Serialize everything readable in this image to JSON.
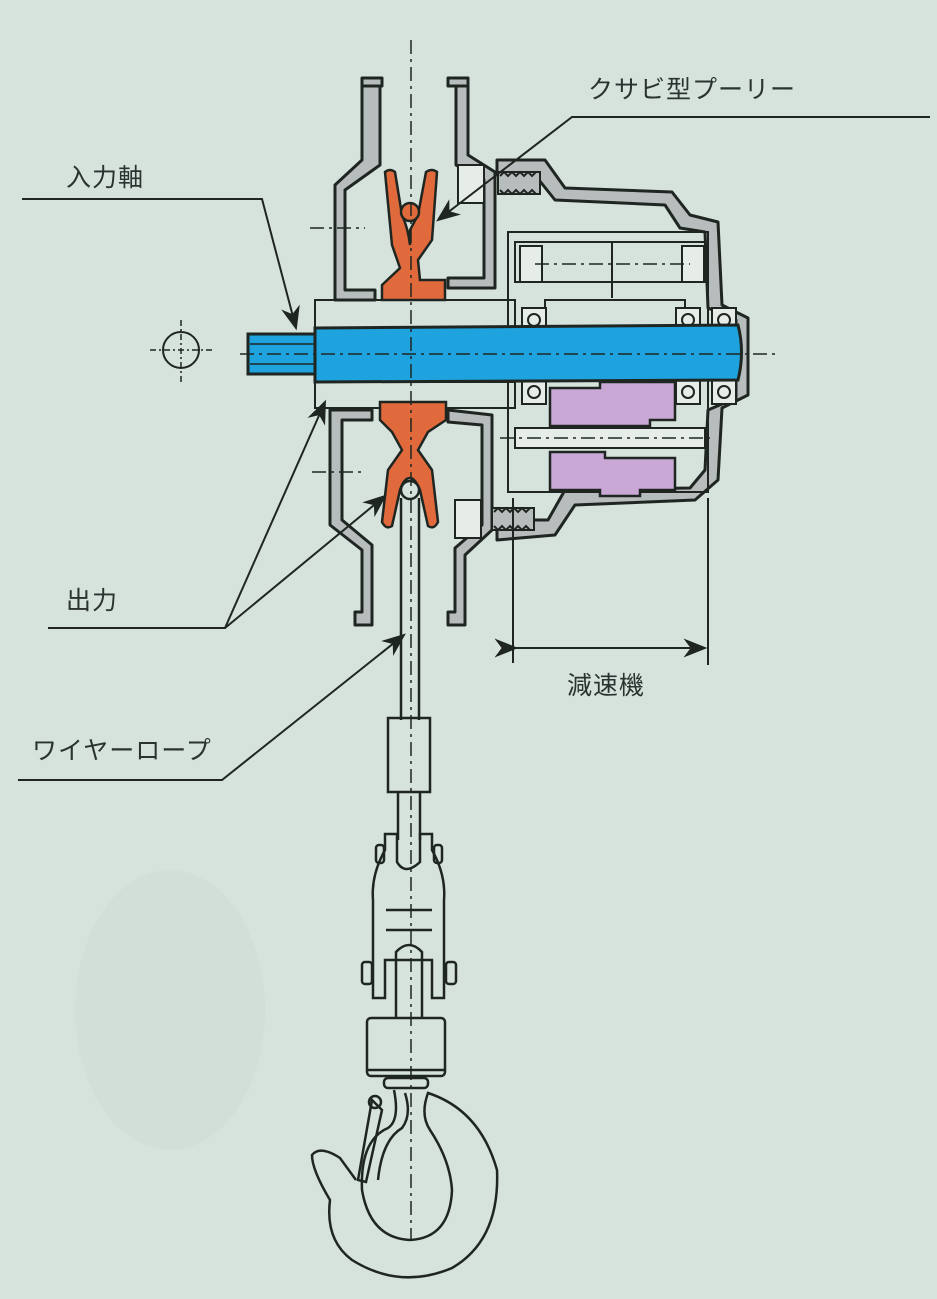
{
  "diagram": {
    "type": "cross-section mechanical drawing",
    "subject": "wire rope hoist with wedge-type pulley and reducer",
    "background_color": "#d6e2dc",
    "colors": {
      "input_shaft": "#1ea3de",
      "wedge_pulley": "#e06a3c",
      "reducer_gears": "#c9a8d6",
      "housing_section": "#b7bdbd",
      "line": "#1f2622"
    },
    "labels": {
      "wedge_pulley": "クサビ型プーリー",
      "input_shaft": "入力軸",
      "output": "出力",
      "wire_rope": "ワイヤーロープ",
      "reducer": "減速機"
    },
    "components": [
      {
        "id": "input_shaft",
        "label": "入力軸",
        "color": "#1ea3de"
      },
      {
        "id": "wedge_pulley",
        "label": "クサビ型プーリー",
        "color": "#e06a3c"
      },
      {
        "id": "reducer",
        "label": "減速機",
        "color": "#c9a8d6"
      },
      {
        "id": "output",
        "label": "出力"
      },
      {
        "id": "wire_rope",
        "label": "ワイヤーロープ"
      },
      {
        "id": "hook",
        "label": ""
      }
    ]
  }
}
